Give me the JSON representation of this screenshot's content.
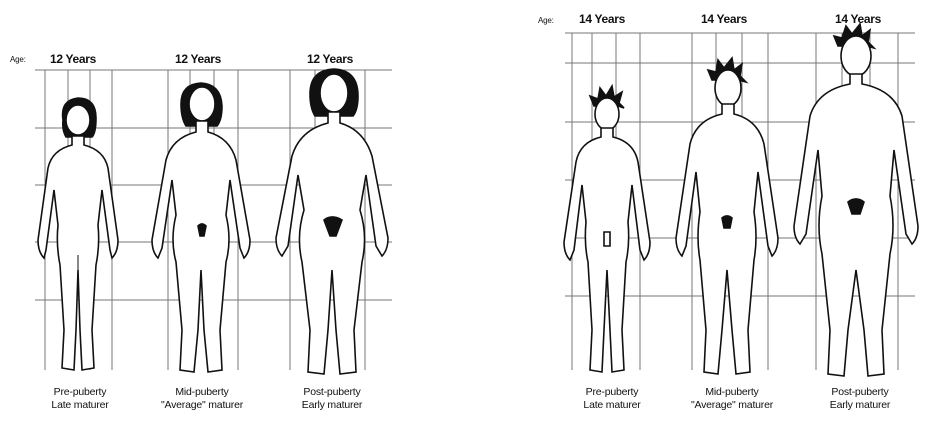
{
  "figure": {
    "female": {
      "age_label": "Age:",
      "figures": [
        {
          "years": "12 Years",
          "stage": "Pre-puberty",
          "maturer": "Late maturer"
        },
        {
          "years": "12 Years",
          "stage": "Mid-puberty",
          "maturer": "\"Average\" maturer"
        },
        {
          "years": "12 Years",
          "stage": "Post-puberty",
          "maturer": "Early maturer"
        }
      ]
    },
    "male": {
      "age_label": "Age:",
      "figures": [
        {
          "years": "14 Years",
          "stage": "Pre-puberty",
          "maturer": "Late maturer"
        },
        {
          "years": "14 Years",
          "stage": "Mid-puberty",
          "maturer": "\"Average\" maturer"
        },
        {
          "years": "14 Years",
          "stage": "Post-puberty",
          "maturer": "Early maturer"
        }
      ]
    }
  },
  "colors": {
    "ink": "#111111",
    "grid": "#777777",
    "background": "#ffffff"
  }
}
